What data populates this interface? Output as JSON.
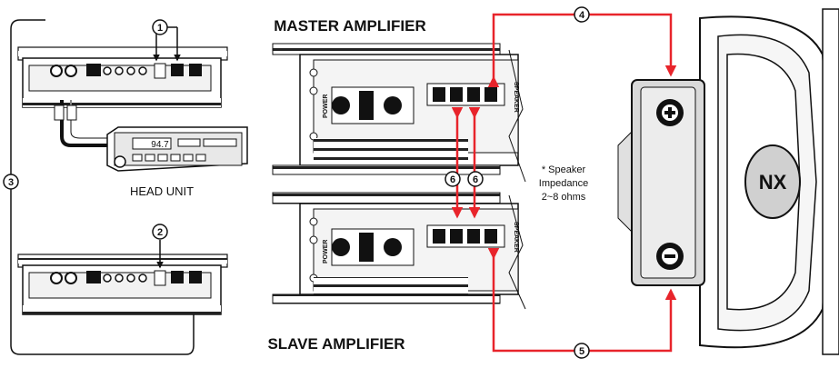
{
  "titles": {
    "master": "MASTER AMPLIFIER",
    "slave": "SLAVE  AMPLIFIER"
  },
  "labels": {
    "head_unit": "HEAD UNIT",
    "radio_display": "94.7",
    "power": "POWER",
    "speaker": "SPEAKER",
    "note_line1": "* Speaker",
    "note_line2": "Impedance",
    "note_line3": "2~8 ohms",
    "brand": "NX"
  },
  "callouts": {
    "c1": "1",
    "c2": "2",
    "c3": "3",
    "c4": "4",
    "c5": "5",
    "c6a": "6",
    "c6b": "6"
  },
  "colors": {
    "wire_red": "#e8242b",
    "line_black": "#111111",
    "amp_gray": "#d9d9d9",
    "speaker_gray": "#cfcfcf"
  },
  "icons": {
    "plus": "plus-terminal-icon",
    "minus": "minus-terminal-icon"
  }
}
